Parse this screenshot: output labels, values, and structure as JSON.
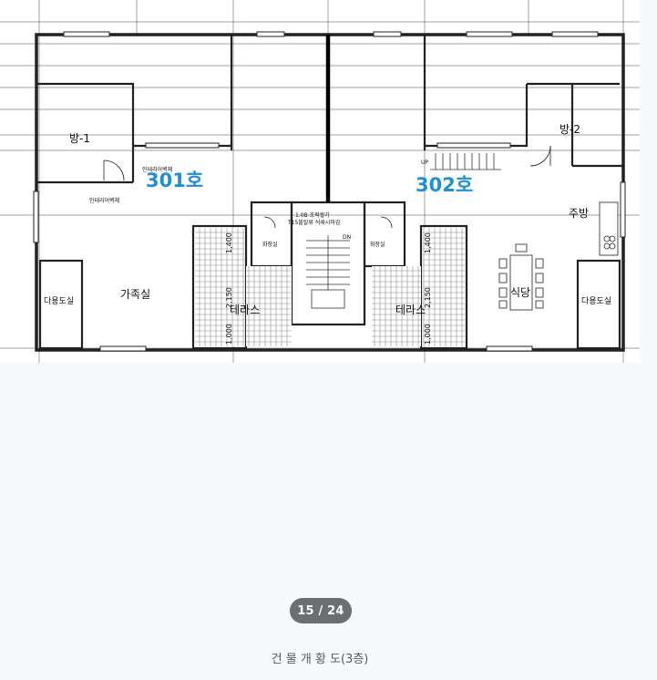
{
  "viewer": {
    "counter": "15 / 24",
    "caption": "건 물 개 황 도(3층)"
  },
  "floorplan": {
    "unit_left": "301호",
    "unit_right": "302호",
    "rooms": {
      "room1": "방-1",
      "room2": "방-2",
      "living": "가족실",
      "kitchen": "주방",
      "dining": "식당",
      "terrace_left": "테라스",
      "terrace_right": "테라스",
      "utility_left": "다용도실",
      "utility_right": "다용도실",
      "toilet_left": "화장실",
      "toilet_right": "화장실"
    },
    "notes": {
      "interior_wall_1": "인테리어벽체",
      "interior_wall_2": "인테리어벽체",
      "stair_note_1": "1.0B 조적쌓기",
      "stair_note_2": "T15불탈류 석쇄시마감",
      "dn": "DN",
      "up": "UP"
    },
    "dims": {
      "d1400_left": "1,400",
      "d2150_left": "2,150",
      "d1000_left": "1,000",
      "d1400_right": "1,400",
      "d2150_right": "2,150",
      "d1000_right": "1,000"
    }
  }
}
